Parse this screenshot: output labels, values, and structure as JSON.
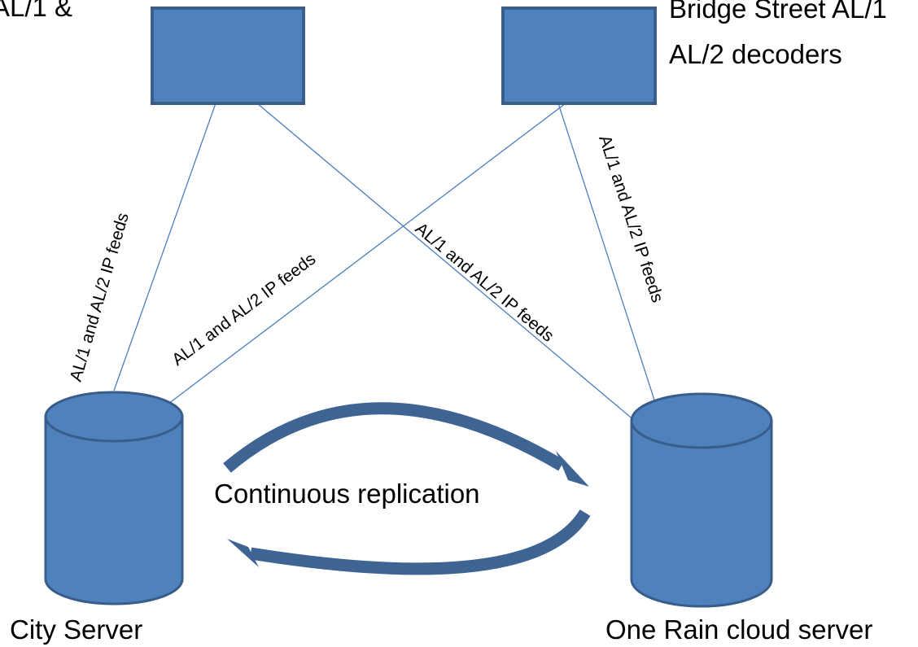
{
  "nodes": {
    "left_decoder_label": "AL/1 &",
    "right_decoder_label_line1": "Bridge Street AL/1",
    "right_decoder_label_line2": "AL/2 decoders",
    "city_server_label": "City Server",
    "cloud_server_label": "One Rain cloud server"
  },
  "links": {
    "left_vertical_feed": "AL/1 and AL/2 IP feeds",
    "right_to_city_feed": "AL/1 and AL/2 IP feeds",
    "left_to_cloud_feed": "AL/1 and AL/2 IP feeds",
    "right_vertical_feed": "AL/1 and AL/2 IP feeds"
  },
  "replication": {
    "label": "Continuous replication"
  },
  "colors": {
    "shape_fill": "#4f81bd",
    "shape_border": "#385d8a",
    "link_line": "#4a7ebb",
    "arrow": "#3e6494"
  }
}
